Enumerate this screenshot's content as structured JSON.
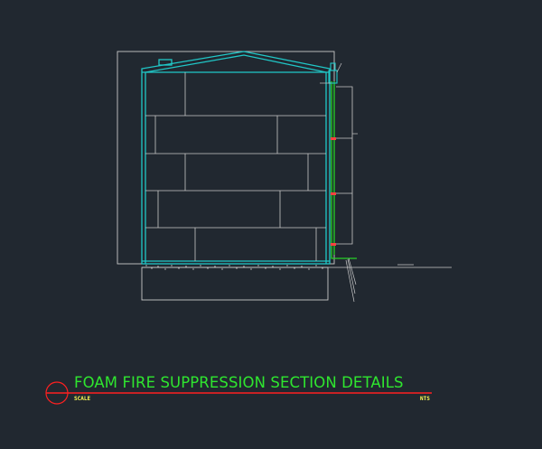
{
  "title_block": {
    "title": "FOAM FIRE SUPPRESSION SECTION DETAILS",
    "scale_label": "SCALE",
    "scale_value": "NTS"
  },
  "colors": {
    "background": "#212830",
    "tank_outline": "#20c8c8",
    "pipe": "#26d126",
    "linework": "#c8c8c8",
    "title_text": "#2fe62f",
    "small_text": "#ffff55",
    "title_rule": "#ff2020"
  }
}
